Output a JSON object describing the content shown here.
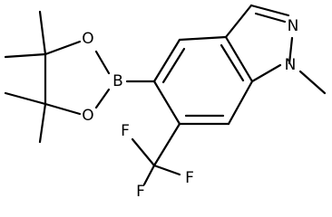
{
  "molecule": {
    "atoms": {
      "B": "B",
      "O_top": "O",
      "O_bottom": "O",
      "N_top": "N",
      "N_methyl": "N",
      "F_left": "F",
      "F_right": "F",
      "F_bottom": "F"
    }
  }
}
